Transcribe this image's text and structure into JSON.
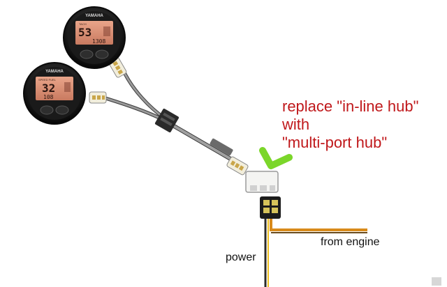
{
  "gauges": {
    "brand": "YAMAHA",
    "tach": {
      "label": "TACH",
      "main": "53",
      "sub": "1308"
    },
    "speed": {
      "label": "SPEED FUEL",
      "main": "32",
      "sub": "108"
    }
  },
  "annotation": {
    "line1": "replace \"in-line hub\"",
    "line2": "with",
    "line3": "\"multi-port hub\"",
    "color": "#c0181b"
  },
  "labels": {
    "from_engine": "from engine",
    "power": "power"
  },
  "colors": {
    "checkmark": "#7bd62a",
    "cable_gray": "#8a8a8a",
    "wire_orange": "#d88a1a",
    "wire_yellow": "#f0c020"
  }
}
